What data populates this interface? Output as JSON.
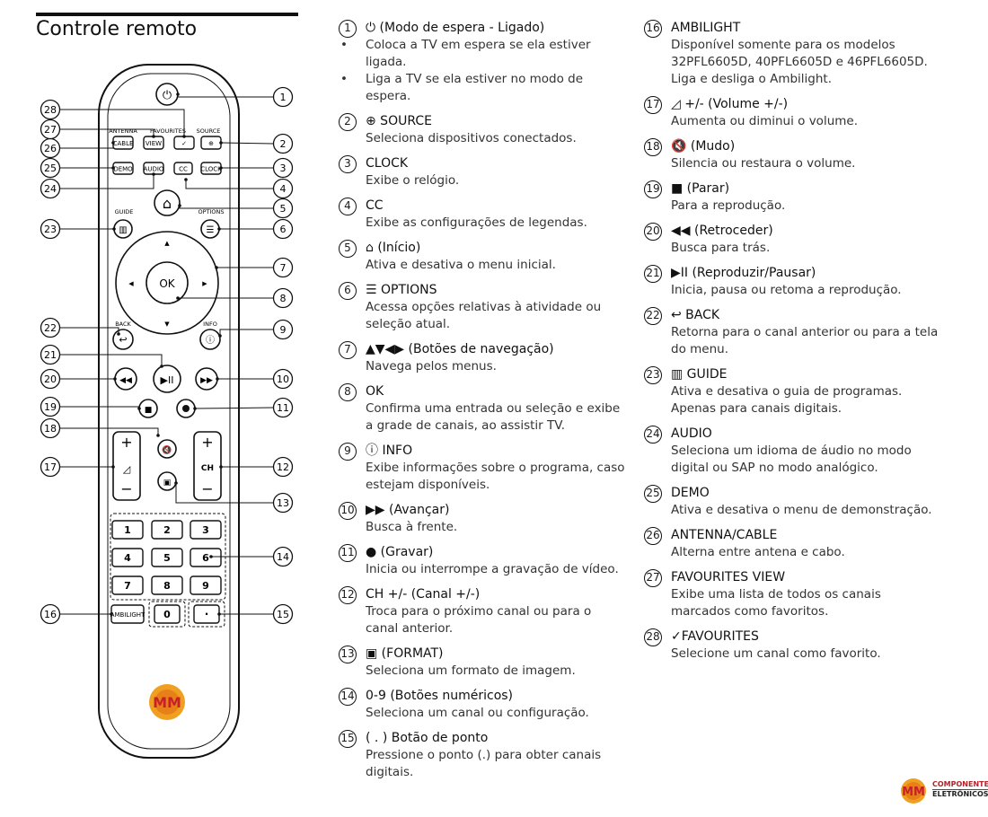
{
  "page": {
    "title": "Controle remoto"
  },
  "remote": {
    "labels": {
      "antenna": "ANTENNA",
      "favourites": "FAVOURITES",
      "source": "SOURCE",
      "cable": "CABLE",
      "view": "VIEW",
      "demo": "DEMO",
      "audio": "AUDIO",
      "cc": "CC",
      "clock": "CLOCK",
      "guide": "GUIDE",
      "options": "OPTIONS",
      "ok": "OK",
      "back": "BACK",
      "info": "INFO",
      "ch": "CH",
      "plus": "+",
      "minus": "−",
      "ambilight": "AMBILIGHT",
      "dot": "·",
      "logo": "MM",
      "digits": [
        "1",
        "2",
        "3",
        "4",
        "5",
        "6",
        "7",
        "8",
        "9",
        "0"
      ],
      "callouts": [
        "1",
        "2",
        "3",
        "4",
        "5",
        "6",
        "7",
        "8",
        "9",
        "10",
        "11",
        "12",
        "13",
        "14",
        "15",
        "16",
        "17",
        "18",
        "19",
        "20",
        "21",
        "22",
        "23",
        "24",
        "25",
        "26",
        "27",
        "28"
      ]
    }
  },
  "items_mid": [
    {
      "n": "1",
      "title": "⏻ (Modo de espera - Ligado)",
      "bullets": [
        "Coloca a TV em espera se ela estiver ligada.",
        "Liga a TV se ela estiver no modo de espera."
      ]
    },
    {
      "n": "2",
      "title": "⊕ SOURCE",
      "desc": "Seleciona dispositivos conectados."
    },
    {
      "n": "3",
      "title": "CLOCK",
      "desc": "Exibe o relógio."
    },
    {
      "n": "4",
      "title": "CC",
      "desc": "Exibe as configurações de legendas."
    },
    {
      "n": "5",
      "title": "⌂ (Início)",
      "desc": "Ativa e desativa o menu inicial."
    },
    {
      "n": "6",
      "title": "☰ OPTIONS",
      "desc": "Acessa opções relativas à atividade ou seleção atual."
    },
    {
      "n": "7",
      "title": "▲▼◀▶ (Botões de navegação)",
      "desc": "Navega pelos menus."
    },
    {
      "n": "8",
      "title": "OK",
      "desc": "Confirma uma entrada ou seleção e exibe a grade de canais, ao assistir TV."
    },
    {
      "n": "9",
      "title": "ⓘ INFO",
      "desc": "Exibe informações sobre o programa, caso estejam disponíveis."
    },
    {
      "n": "10",
      "title": "▶▶ (Avançar)",
      "desc": "Busca à frente."
    },
    {
      "n": "11",
      "title": "● (Gravar)",
      "desc": "Inicia ou interrompe a gravação de vídeo."
    },
    {
      "n": "12",
      "title": "CH +/- (Canal +/-)",
      "desc": "Troca para o próximo canal ou para o canal anterior."
    },
    {
      "n": "13",
      "title": "▣ (FORMAT)",
      "desc": "Seleciona um formato de imagem."
    },
    {
      "n": "14",
      "title": "0-9 (Botões numéricos)",
      "desc": "Seleciona um canal  ou configuração."
    },
    {
      "n": "15",
      "title": "( . ) Botão de ponto",
      "desc": "Pressione o ponto (.) para obter canais digitais."
    }
  ],
  "items_right": [
    {
      "n": "16",
      "title": "AMBILIGHT",
      "desc": "Disponível somente para os modelos 32PFL6605D, 40PFL6605D e 46PFL6605D.  Liga e desliga o Ambilight."
    },
    {
      "n": "17",
      "title": "◿ +/- (Volume +/-)",
      "desc": "Aumenta ou diminui o volume."
    },
    {
      "n": "18",
      "title": "🔇 (Mudo)",
      "desc": "Silencia ou restaura o volume."
    },
    {
      "n": "19",
      "title": "■ (Parar)",
      "desc": "Para a reprodução."
    },
    {
      "n": "20",
      "title": "◀◀ (Retroceder)",
      "desc": "Busca para trás."
    },
    {
      "n": "21",
      "title": "▶II (Reproduzir/Pausar)",
      "desc": "Inicia, pausa ou retoma a reprodução."
    },
    {
      "n": "22",
      "title": "↩ BACK",
      "desc": "Retorna para o canal anterior ou para a tela do menu."
    },
    {
      "n": "23",
      "title": "▥ GUIDE",
      "desc": "Ativa e desativa o guia de programas. Apenas para canais digitais."
    },
    {
      "n": "24",
      "title": "AUDIO",
      "desc": "Seleciona um idioma de áudio no modo digital ou SAP no modo analógico."
    },
    {
      "n": "25",
      "title": "DEMO",
      "desc": "Ativa e desativa o menu de demonstração."
    },
    {
      "n": "26",
      "title": "ANTENNA/CABLE",
      "desc": "Alterna entre antena e cabo."
    },
    {
      "n": "27",
      "title": "FAVOURITES VIEW",
      "desc": "Exibe uma lista de todos os canais marcados como favoritos."
    },
    {
      "n": "28",
      "title": "✓FAVOURITES",
      "desc": "Selecione um canal como favorito."
    }
  ],
  "brand": {
    "logo": "MM",
    "line1": "COMPONENTES",
    "line2": "ELETRÔNICOS"
  },
  "colors": {
    "text": "#1a1a1a",
    "remote_outline": "#111111",
    "logo_orange": "#f0a020",
    "logo_red": "#c8202a"
  }
}
